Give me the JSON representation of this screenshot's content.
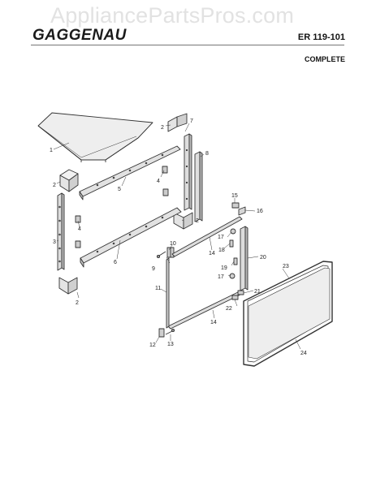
{
  "header": {
    "watermark": "AppliancePartsPros.com",
    "brand": "GAGGENAU",
    "model": "ER 119-101",
    "subtitle": "COMPLETE"
  },
  "callouts": [
    {
      "id": "c1",
      "text": "1"
    },
    {
      "id": "c2a",
      "text": "2"
    },
    {
      "id": "c2b",
      "text": "2"
    },
    {
      "id": "c2c",
      "text": "2"
    },
    {
      "id": "c2d",
      "text": "2"
    },
    {
      "id": "c3",
      "text": "3"
    },
    {
      "id": "c4a",
      "text": "4"
    },
    {
      "id": "c4b",
      "text": "4"
    },
    {
      "id": "c5",
      "text": "5"
    },
    {
      "id": "c6",
      "text": "6"
    },
    {
      "id": "c7",
      "text": "7"
    },
    {
      "id": "c8",
      "text": "8"
    },
    {
      "id": "c9",
      "text": "9"
    },
    {
      "id": "c10",
      "text": "10"
    },
    {
      "id": "c11",
      "text": "11"
    },
    {
      "id": "c12",
      "text": "12"
    },
    {
      "id": "c13",
      "text": "13"
    },
    {
      "id": "c14a",
      "text": "14"
    },
    {
      "id": "c14b",
      "text": "14"
    },
    {
      "id": "c15",
      "text": "15"
    },
    {
      "id": "c16",
      "text": "16"
    },
    {
      "id": "c17a",
      "text": "17"
    },
    {
      "id": "c17b",
      "text": "17"
    },
    {
      "id": "c18",
      "text": "18"
    },
    {
      "id": "c19",
      "text": "19"
    },
    {
      "id": "c20",
      "text": "20"
    },
    {
      "id": "c21",
      "text": "21"
    },
    {
      "id": "c22",
      "text": "22"
    },
    {
      "id": "c23",
      "text": "23"
    },
    {
      "id": "c24",
      "text": "24"
    }
  ]
}
